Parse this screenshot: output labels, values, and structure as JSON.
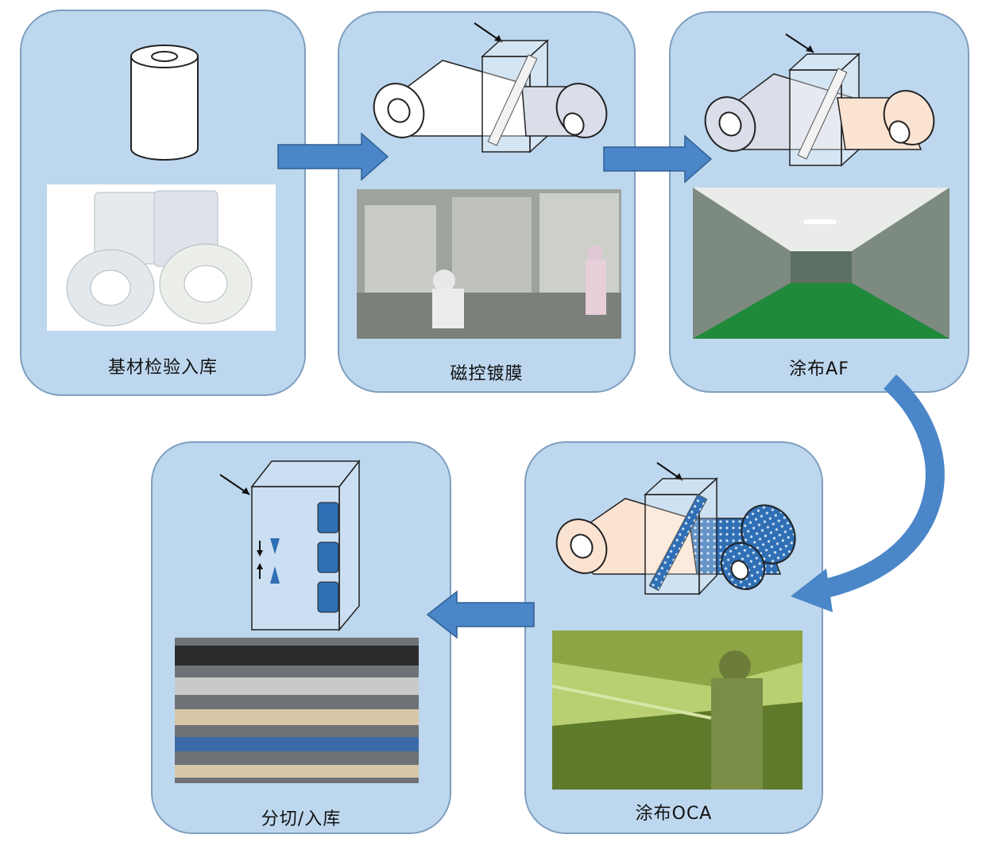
{
  "steps": [
    {
      "id": "substrate",
      "label": "基材检验入库"
    },
    {
      "id": "sputtering",
      "label": "磁控镀膜"
    },
    {
      "id": "af_coating",
      "label": "涂布AF"
    },
    {
      "id": "oca_coating",
      "label": "涂布OCA"
    },
    {
      "id": "slitting",
      "label": "分切/入库"
    }
  ],
  "colors": {
    "panel_fill": "#bdd7ee",
    "panel_border": "#7f9fbf",
    "arrow": "#4a86c8",
    "film_gray": "#d9dee8",
    "film_peach": "#fbe3d2",
    "film_blue_dots": "#2f6fb5"
  },
  "icons": [
    "film-roll-icon",
    "process-chamber-icon",
    "flow-arrow-icon",
    "photo-placeholder-icon"
  ]
}
